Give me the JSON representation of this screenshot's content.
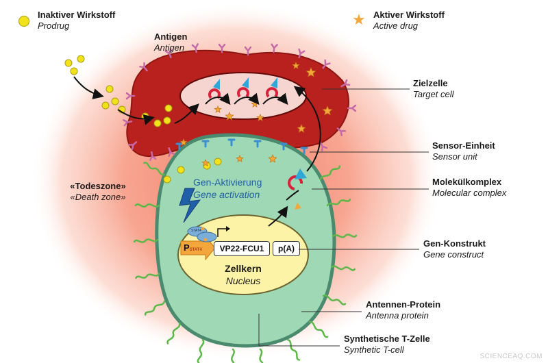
{
  "legend": {
    "inactive": {
      "de": "Inaktiver Wirkstoff",
      "en": "Prodrug"
    },
    "active": {
      "de": "Aktiver Wirkstoff",
      "en": "Active drug"
    }
  },
  "labels": {
    "antigen": {
      "de": "Antigen",
      "en": "Antigen"
    },
    "target_cell": {
      "de": "Zielzelle",
      "en": "Target cell"
    },
    "sensor_unit": {
      "de": "Sensor-Einheit",
      "en": "Sensor unit"
    },
    "molecular_complex": {
      "de": "Molekülkomplex",
      "en": "Molecular complex"
    },
    "death_zone": {
      "de": "«Todeszone»",
      "en": "«Death zone»"
    },
    "gene_construct": {
      "de": "Gen-Konstrukt",
      "en": "Gene construct"
    },
    "antenna_protein": {
      "de": "Antennen-Protein",
      "en": "Antenna protein"
    },
    "synthetic_tcell": {
      "de": "Synthetische T-Zelle",
      "en": "Synthetic T-cell"
    },
    "gene_activation": {
      "de": "Gen-Aktivierung",
      "en": "Gene activation"
    },
    "nucleus": {
      "de": "Zellkern",
      "en": "Nucleus"
    }
  },
  "construct": {
    "promoter": "P",
    "promoter_sub": "STAT4",
    "gene": "VP22-FCU1",
    "polya": "p(A)",
    "stat_label": "STAT4"
  },
  "watermark": "SCIENCEAQ.COM",
  "colors": {
    "halo": "#f7a08c",
    "target_cell": "#b8211e",
    "tcell_fill": "#9fd8b4",
    "tcell_border": "#4a8a6e",
    "nucleus": "#fdf3a6",
    "prodrug": "#f2e21c",
    "active_drug": "#f3a63c",
    "antenna": "#5cb848",
    "receptor_purple": "#c46aa8",
    "sensor_blue": "#3a8fd0",
    "complex_red": "#d8213a",
    "complex_blue": "#2fa8d8"
  }
}
